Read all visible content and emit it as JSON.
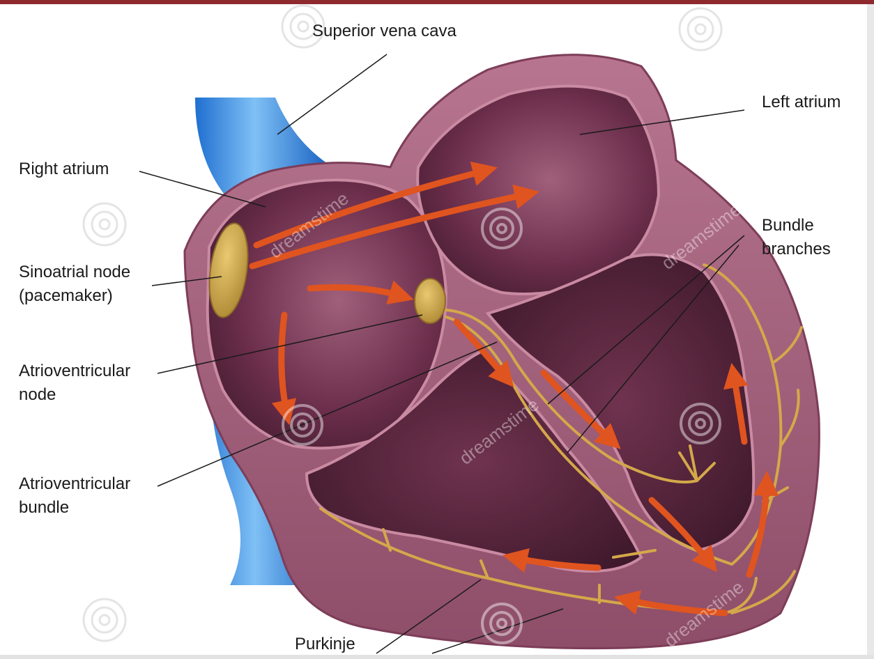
{
  "labels": {
    "superior_vena_cava": "Superior vena cava",
    "left_atrium": "Left atrium",
    "right_atrium": "Right atrium",
    "bundle_branches_1": "Bundle",
    "bundle_branches_2": "branches",
    "sinoatrial_node_1": "Sinoatrial node",
    "sinoatrial_node_2": "(pacemaker)",
    "av_node_1": "Atrioventricular",
    "av_node_2": "node",
    "av_bundle_1": "Atrioventricular",
    "av_bundle_2": "bundle",
    "purkinje": "Purkinje"
  },
  "watermark": "dreamstime",
  "colors": {
    "top_bar": "#8e2a2e",
    "heart_wall": "#a8687f",
    "chamber_dark": "#4a2035",
    "vena_cava": "#2f86dc",
    "node": "#c9a24e",
    "arrow": "#e0541f",
    "conduction_fiber": "#d4a84a"
  },
  "icons": [
    "dreamstime-spiral-watermark-icon"
  ]
}
